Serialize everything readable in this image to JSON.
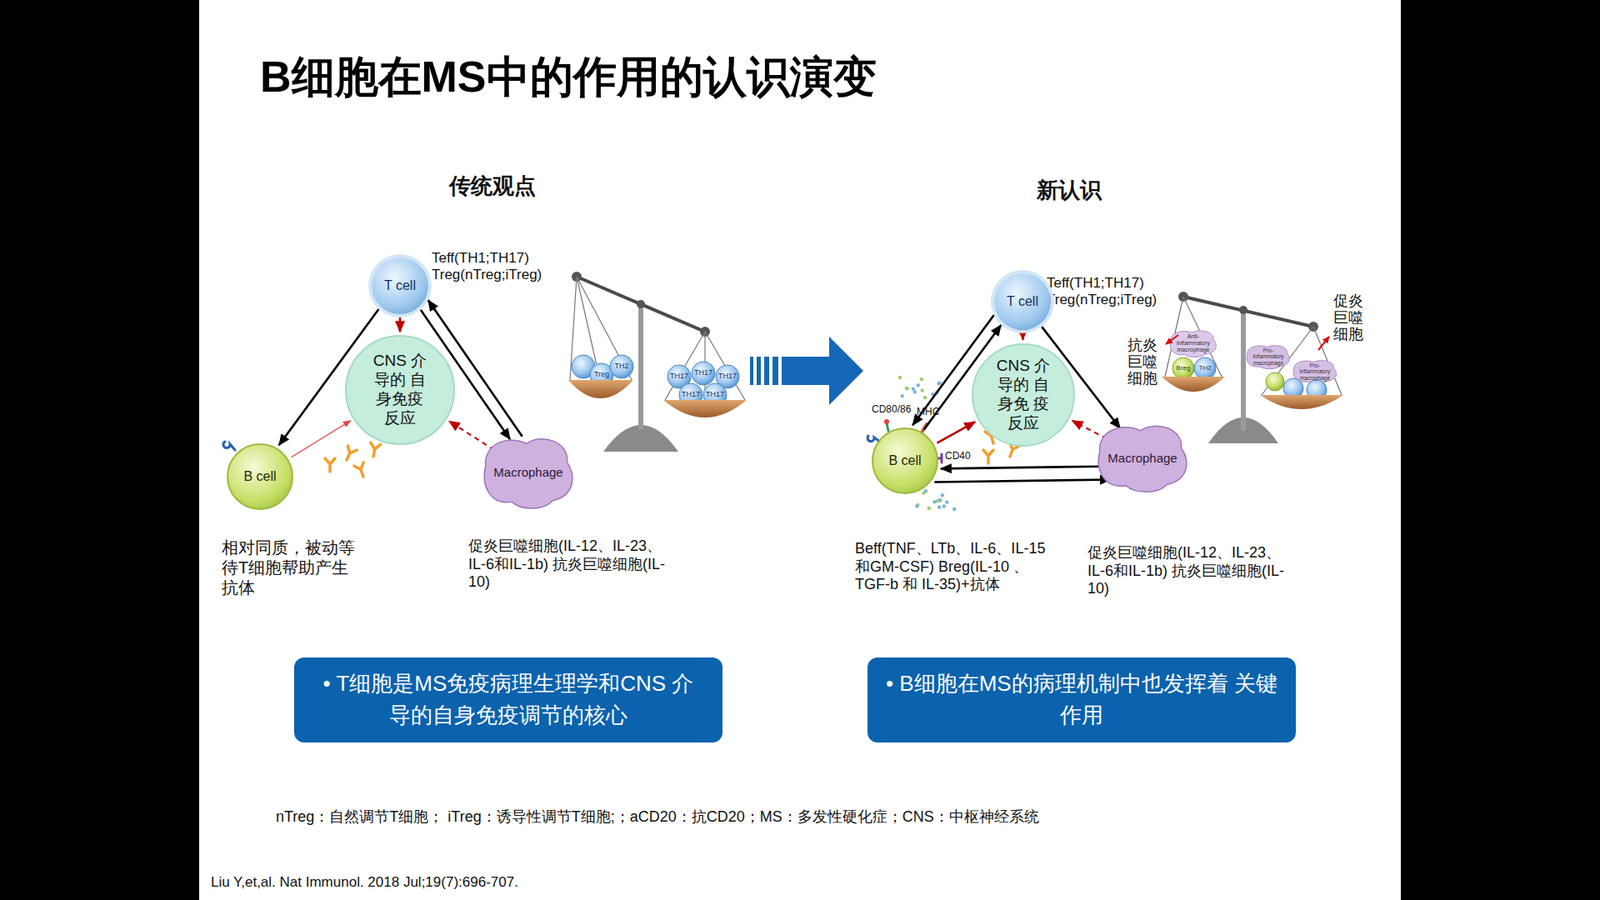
{
  "diagram": {
    "title": "B细胞在MS中的作用的认识演变",
    "nodes": [
      {
        "text": [
          "T cell"
        ]
      },
      {
        "text": [
          "CNS 介导的 自身免疫 反应"
        ]
      },
      {
        "text": [
          "B cell"
        ]
      },
      {
        "text": [
          "Macrophage"
        ]
      },
      {
        "text": [
          "T cell"
        ]
      },
      {
        "text": [
          "CNS 介导的 自身免 疫反应"
        ]
      },
      {
        "text": [
          "B cell"
        ]
      },
      {
        "text": [
          "Macrophage"
        ]
      },
      {
        "text": [
          "• T细胞是MS免疫病理生理学和CNS 介导的自身免疫调节的核心"
        ]
      },
      {
        "text": [
          "• B细胞在MS的病理机制中也发挥着 关键作用"
        ]
      }
    ],
    "edges": [
      {
        "from": 0,
        "to": 2,
        "arrow": "to"
      },
      {
        "from": 0,
        "to": 1,
        "arrow": "to"
      },
      {
        "from": 2,
        "to": 1,
        "arrow": "to"
      },
      {
        "from": 0,
        "to": 3,
        "arrow": "to"
      },
      {
        "from": 3,
        "to": 0,
        "arrow": "to"
      },
      {
        "from": 3,
        "to": 1,
        "arrow": "to"
      },
      {
        "from": 4,
        "to": 6,
        "arrow": "to"
      },
      {
        "from": 6,
        "to": 4,
        "arrow": "to"
      },
      {
        "from": 4,
        "to": 5,
        "arrow": "to"
      },
      {
        "from": 6,
        "to": 5,
        "arrow": "to"
      },
      {
        "from": 4,
        "to": 7,
        "arrow": "to"
      },
      {
        "from": 6,
        "to": 7,
        "arrow": "to"
      },
      {
        "from": 7,
        "to": 6,
        "arrow": "to"
      },
      {
        "from": 7,
        "to": 5,
        "arrow": "to"
      }
    ],
    "labels": [
      "传统观点",
      "新认识",
      "Teff(TH1;TH17) Treg(nTreg;iTreg)",
      "相对同质，被动等待T细胞帮助产生抗体",
      "促炎巨噬细胞(IL-12、IL-23、IL-6和IL-1b) 抗炎巨噬细胞(IL-10)",
      "Treg",
      "TH2",
      "TH17",
      "TH17",
      "TH17",
      "TH17",
      "TH17",
      "Teff(TH1;TH17) Treg(nTreg;iTreg)",
      "CD80/86",
      "MHC",
      "CD40",
      "Beff(TNF、LTb、IL-6、IL-15和GM-CSF) Breg(IL-10 、 TGF-b 和 IL-35)+抗体",
      "促炎巨噬细胞(IL-12、IL-23、IL-6和IL-1b) 抗炎巨噬细胞(IL-10)",
      "抗炎巨噬细胞",
      "促炎巨噬细胞",
      "Anti-inflammatory macrophage",
      "Breg",
      "TH2",
      "Pro-inflammatory macrophage",
      "Pro-inflammatory macrophage",
      "nTreg：自然调节T细胞； iTreg：诱导性调节T细胞;；aCD20：抗CD20；MS：多发性硬化症；CNS：中枢神经系统",
      "Liu Y,et,al. Nat Immunol. 2018 Jul;19(7):696-707."
    ]
  }
}
